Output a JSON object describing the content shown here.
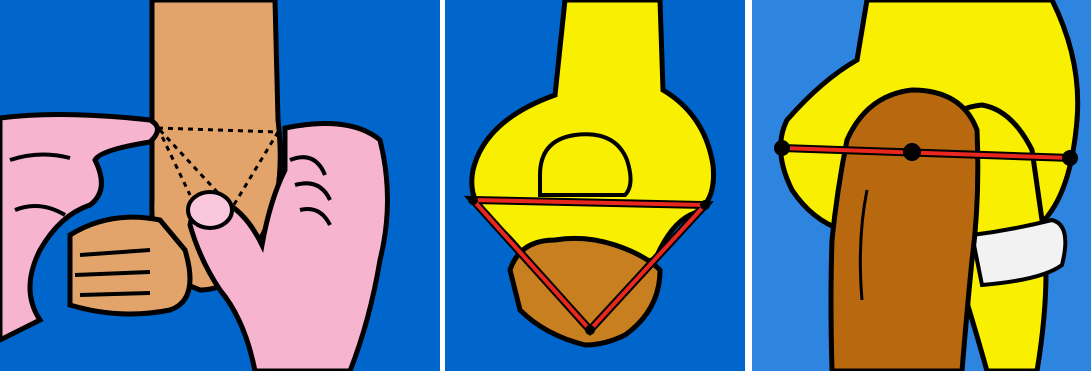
{
  "colors": {
    "background_blue": "#0066cc",
    "background_blue_light": "#2e85df",
    "bone_yellow": "#f8f000",
    "skin_tan": "#e3a46b",
    "examiner_pink": "#f7b4cf",
    "forearm_bone_brown": "#c77f1f",
    "radius_brown": "#b8680f",
    "ligament_white": "#f2f2f2",
    "line_red": "#e8271f",
    "outline_black": "#000000"
  },
  "panels": [
    {
      "name": "palpation-of-elbow-landmarks"
    },
    {
      "name": "triangle-of-landmarks-posterior-view"
    },
    {
      "name": "landmarks-in-straight-line-lateral-view"
    }
  ]
}
